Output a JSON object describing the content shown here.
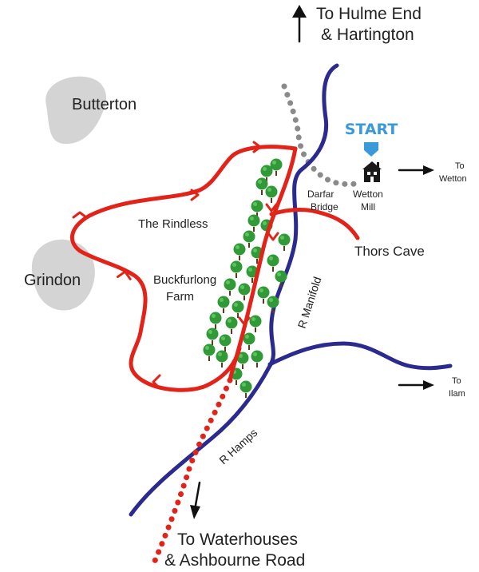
{
  "colors": {
    "route": "#e2231a",
    "river": "#2b2a8f",
    "path": "#8a8a8a",
    "village": "#d4d4d4",
    "start": "#3a9ad9",
    "tree": "#2f9a36",
    "text": "#222222"
  },
  "places": {
    "butterton": "Butterton",
    "grindon": "Grindon",
    "thors_cave": "Thors Cave",
    "rindless": "The Rindless",
    "buckfurlong_1": "Buckfurlong",
    "buckfurlong_2": "Farm",
    "darfar_1": "Darfar",
    "darfar_2": "Bridge",
    "wetton_mill_1": "Wetton",
    "wetton_mill_2": "Mill"
  },
  "rivers": {
    "manifold": "R Manifold",
    "hamps": "R Hamps"
  },
  "start_label": "START",
  "directions": {
    "north_1": "To Hulme End",
    "north_2": "& Hartington",
    "wetton_1": "To",
    "wetton_2": "Wetton",
    "ilam_1": "To",
    "ilam_2": "Ilam",
    "south_1": "To Waterhouses",
    "south_2": "& Ashbourne Road"
  },
  "icons": [
    "house-icon",
    "start-marker-icon",
    "tree-icon",
    "arrow-icon"
  ]
}
